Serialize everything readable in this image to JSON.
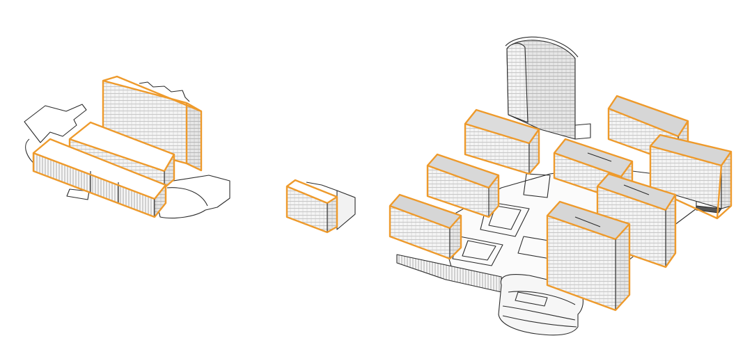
{
  "colors": {
    "accent": "#EE9A2B",
    "line": "#2B2B2B",
    "face_light": "#FFFFFF",
    "face_mid": "#ECECEC",
    "face_dark": "#D6D6D6",
    "background": "#FFFFFF"
  },
  "groups": [
    {
      "id": "group-left",
      "label": "",
      "highlighted_blocks": 3
    },
    {
      "id": "group-middle",
      "label": "",
      "highlighted_blocks": 1
    },
    {
      "id": "group-right",
      "label": "",
      "highlighted_blocks": 8
    }
  ]
}
